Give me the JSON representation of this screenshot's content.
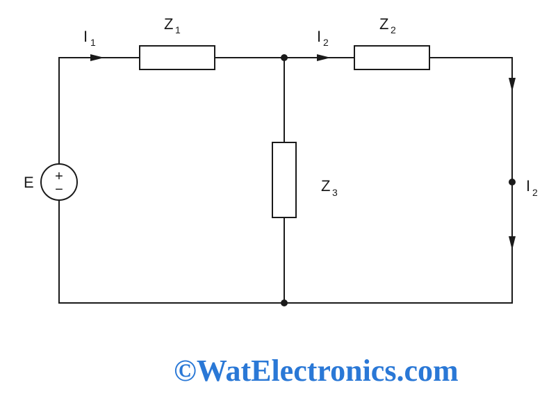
{
  "labels": {
    "z1": {
      "main": "Z",
      "sub": "1"
    },
    "z2": {
      "main": "Z",
      "sub": "2"
    },
    "z3": {
      "main": "Z",
      "sub": "3"
    },
    "i1": {
      "main": "I",
      "sub": "1"
    },
    "i2_top": {
      "main": "I",
      "sub": "2"
    },
    "i2_right": {
      "main": "I",
      "sub": "2"
    },
    "source": "E",
    "plus": "+",
    "minus": "−"
  },
  "watermark": "©WatElectronics.com",
  "colors": {
    "line": "#1a1a1a",
    "watermark": "#2a78d6"
  }
}
